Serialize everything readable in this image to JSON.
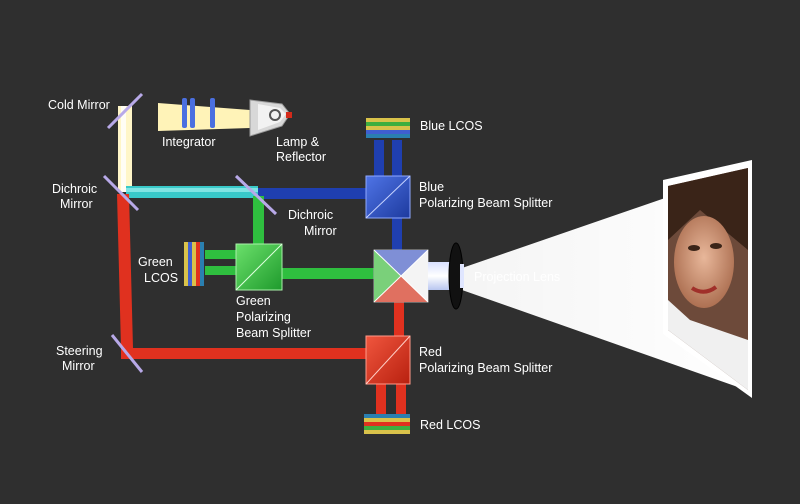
{
  "labels": {
    "cold_mirror": "Cold Mirror",
    "integrator": "Integrator",
    "lamp_line1": "Lamp &",
    "lamp_line2": "Reflector",
    "blue_lcos": "Blue LCOS",
    "blue_pbs_line1": "Blue",
    "blue_pbs_line2": "Polarizing Beam Splitter",
    "dichroic_left_line1": "Dichroic",
    "dichroic_left_line2": "Mirror",
    "dichroic_mid_line1": "Dichroic",
    "dichroic_mid_line2": "Mirror",
    "green_lcos_line1": "Green",
    "green_lcos_line2": "LCOS",
    "green_pbs_line1": "Green",
    "green_pbs_line2": "Polarizing",
    "green_pbs_line3": "Beam Splitter",
    "projection_lens": "Projection Lens",
    "steering_line1": "Steering",
    "steering_line2": "Mirror",
    "red_pbs_line1": "Red",
    "red_pbs_line2": "Polarizing Beam Splitter",
    "red_lcos": "Red LCOS"
  },
  "colors": {
    "background": "#2f2f2f",
    "white_beam": "#fff6c8",
    "blue_beam": "#1f3fb0",
    "cyan_beam": "#38c9c9",
    "green_beam": "#2fbf3f",
    "red_beam": "#e0311f",
    "screen": "#ffffff"
  }
}
